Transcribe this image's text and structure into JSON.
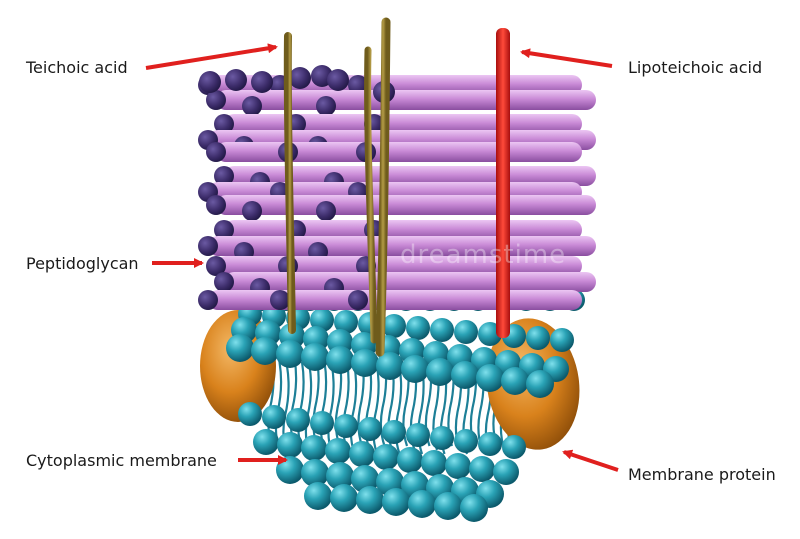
{
  "labels": {
    "teichoic_acid": "Teichoic acid",
    "lipoteichoic_acid": "Lipoteichoic acid",
    "peptidoglycan": "Peptidoglycan",
    "cytoplasmic_membrane": "Cytoplasmic membrane",
    "membrane_protein": "Membrane protein"
  },
  "watermark": "dreamstime",
  "colors": {
    "arrow": "#e0201e",
    "peptidoglycan": "#c98ad6",
    "peptidoglycan_end": "#3d2d6b",
    "membrane_head": "#2aa3b6",
    "membrane_tail": "#1d7f97",
    "teichoic": "#8f7a2a",
    "lipoteichoic": "#e21c1c",
    "protein": "#d9821c",
    "background": "#ffffff"
  }
}
